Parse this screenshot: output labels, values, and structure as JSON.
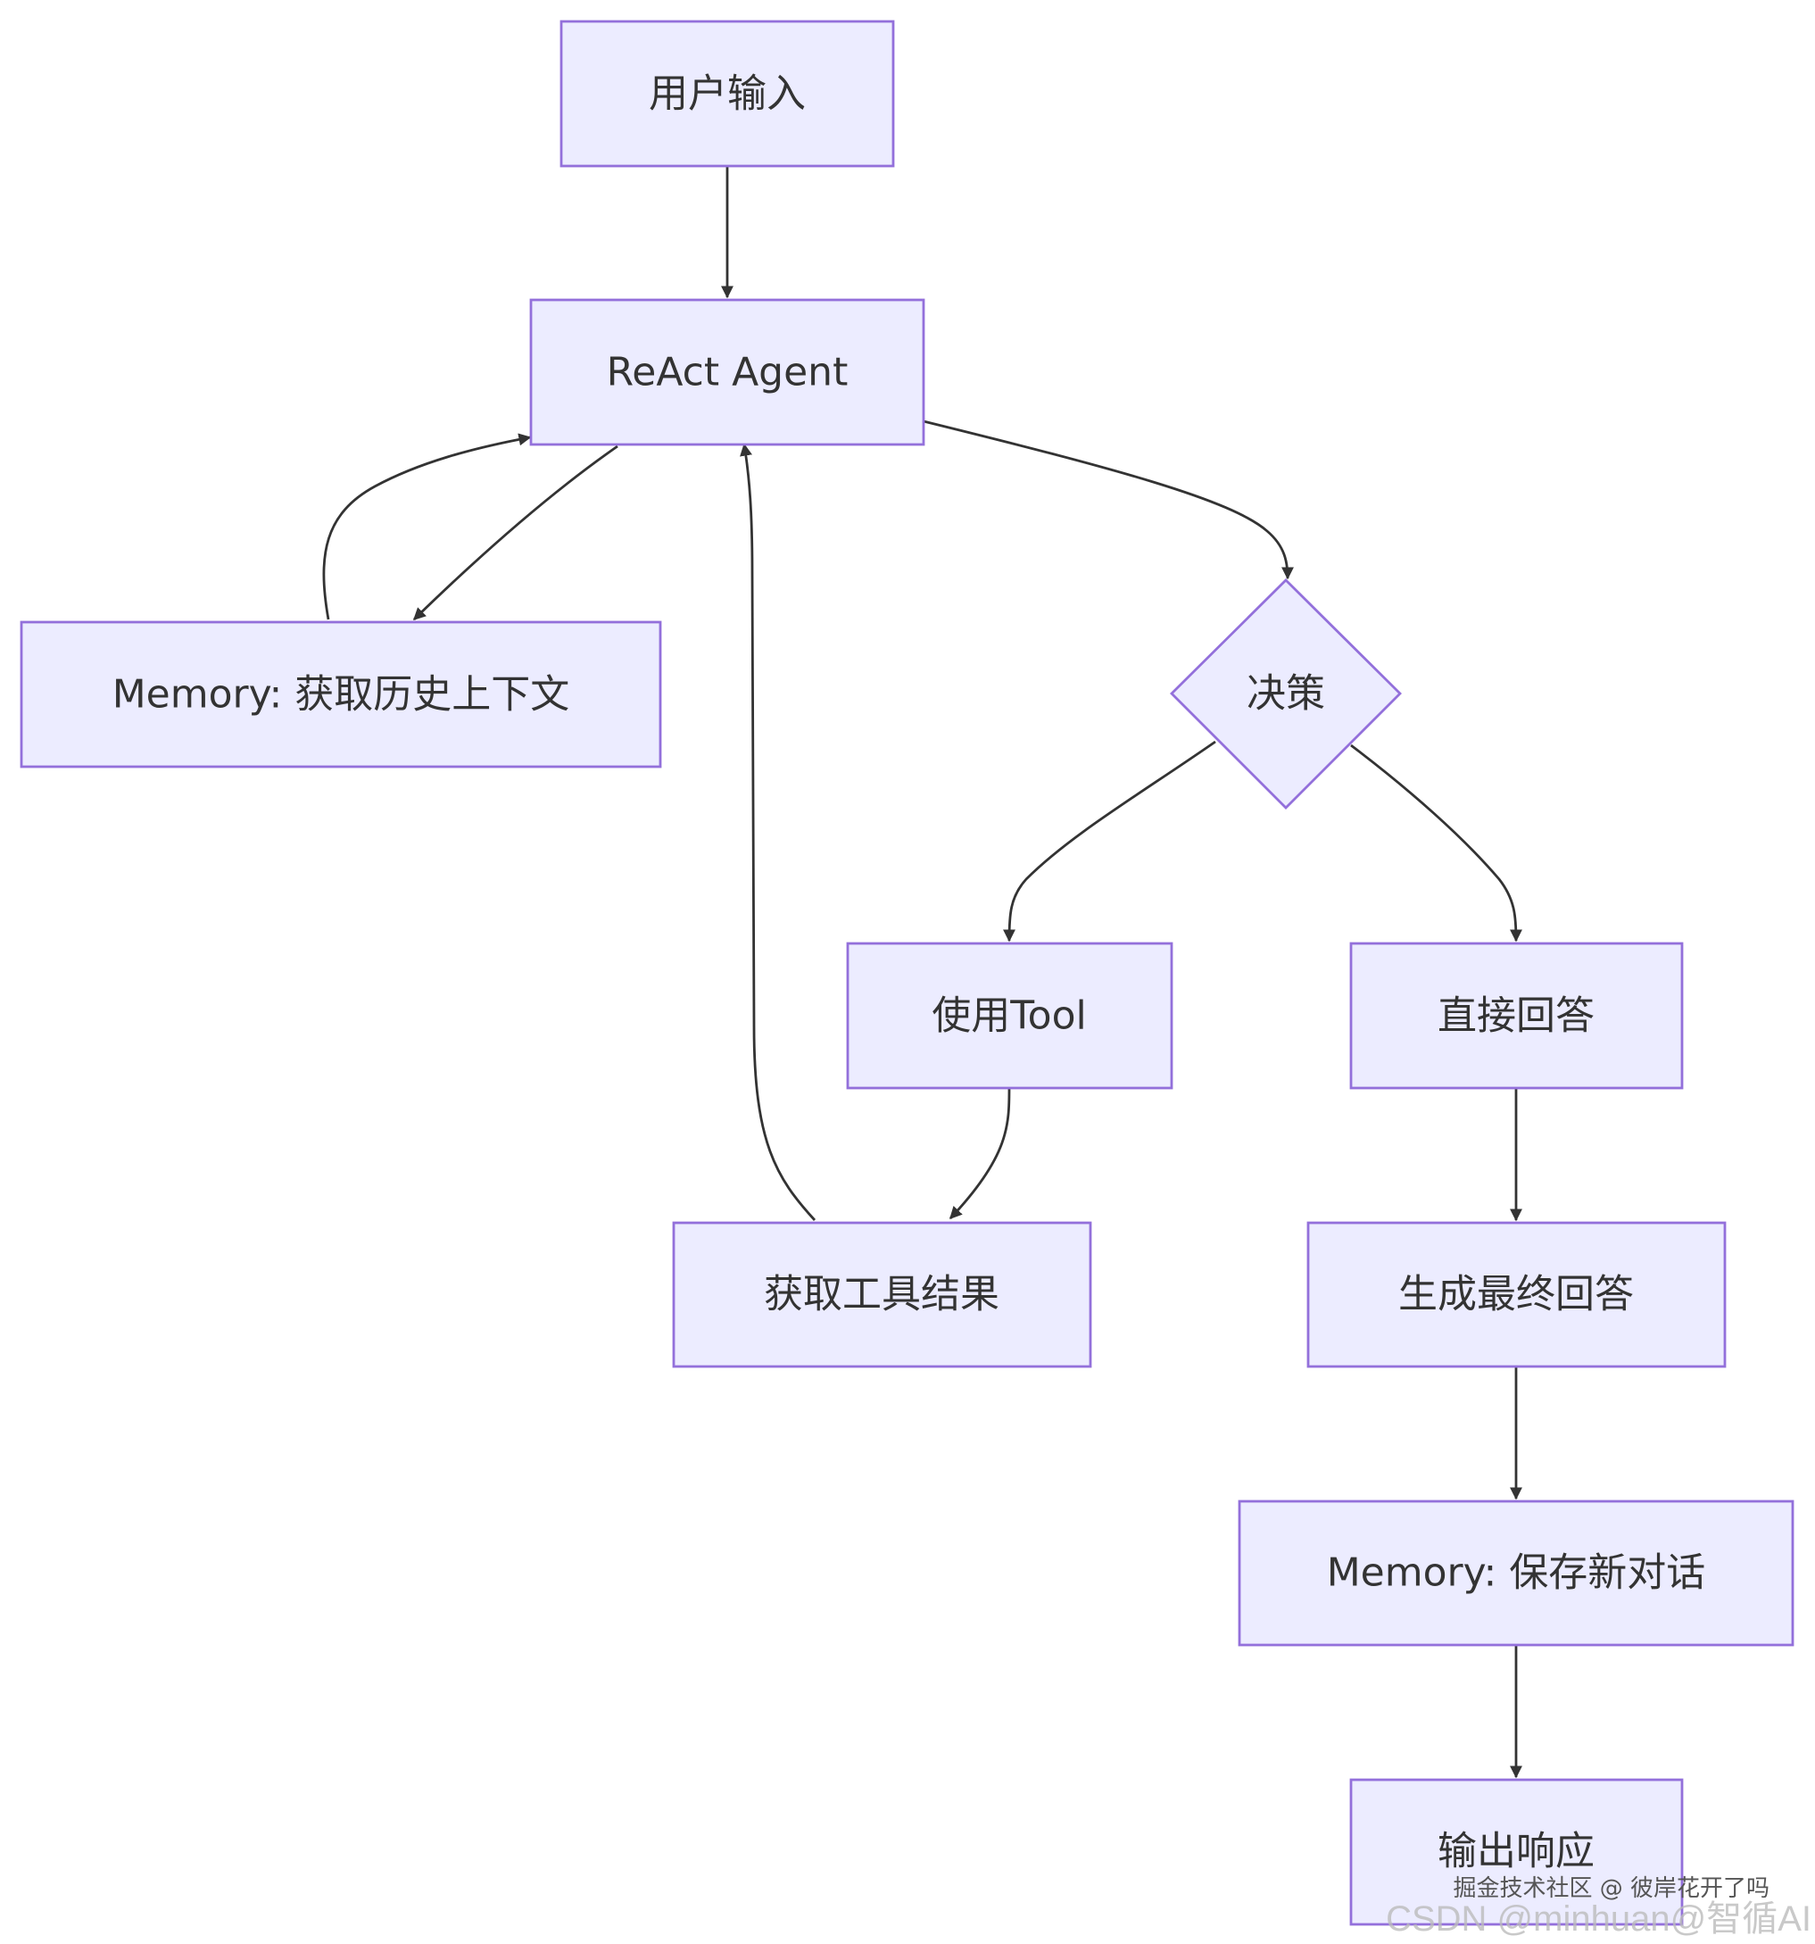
{
  "diagram": {
    "nodes": {
      "user_input": "用户输入",
      "react_agent": "ReAct Agent",
      "memory_fetch": "Memory: 获取历史上下文",
      "decision": "决策",
      "use_tool": "使用Tool",
      "direct_answer": "直接回答",
      "tool_result": "获取工具结果",
      "final_answer": "生成最终回答",
      "memory_save": "Memory: 保存新对话",
      "output": "输出响应"
    },
    "colors": {
      "node_fill": "#ECECFF",
      "node_stroke": "#9370DB",
      "edge": "#333333",
      "text": "#333333"
    }
  },
  "watermark": {
    "line1": "掘金技术社区 @ 彼岸花开了吗",
    "line2": "CSDN @minhuan@智循AI"
  }
}
